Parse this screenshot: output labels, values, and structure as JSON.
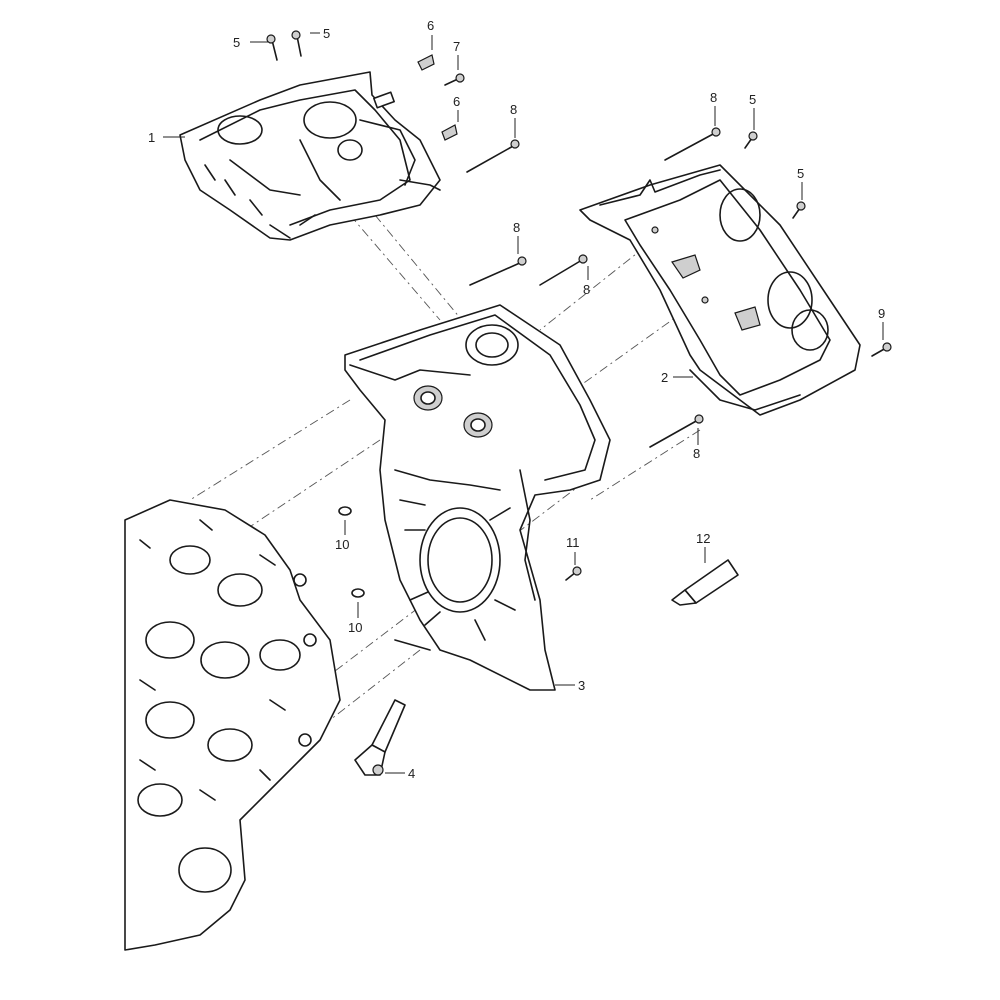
{
  "diagram": {
    "callouts": [
      "1",
      "2",
      "3",
      "4",
      "5",
      "6",
      "7",
      "8",
      "9",
      "10",
      "11",
      "12"
    ]
  }
}
